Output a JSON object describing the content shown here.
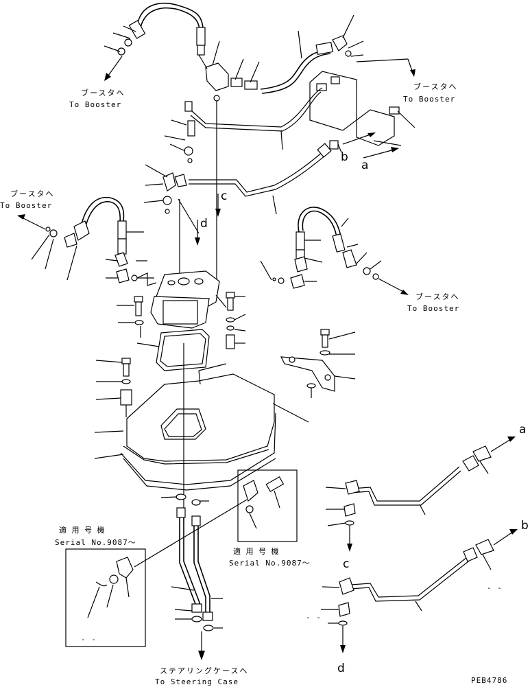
{
  "labels": {
    "booster_jp": "ブースタへ",
    "booster_en": "To Booster",
    "serial_jp": "適 用 号 機",
    "serial_en": "Serial No.9087～",
    "steering_jp": "ステアリングケースへ",
    "steering_en": "To Steering Case",
    "part_code": "PEB4786",
    "dash": "- -"
  },
  "letters": {
    "a": "a",
    "b": "b",
    "c": "c",
    "d": "d"
  }
}
